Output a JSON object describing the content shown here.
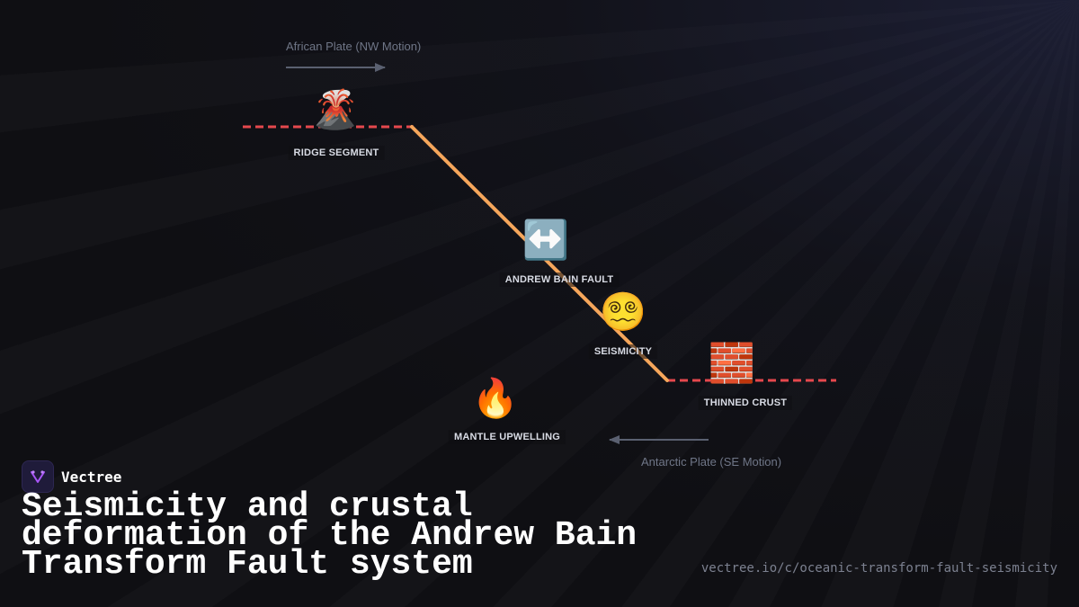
{
  "diagram": {
    "plates": {
      "african": "African Plate (NW Motion)",
      "antarctic": "Antarctic Plate (SE Motion)"
    },
    "nodes": {
      "ridge": {
        "label": "RIDGE SEGMENT",
        "icon": "🌋",
        "icon_name": "volcano-icon"
      },
      "fault": {
        "label": "ANDREW BAIN FAULT",
        "icon": "↔️",
        "icon_name": "left-right-arrow-icon"
      },
      "seismicity": {
        "label": "SEISMICITY",
        "icon": "😵‍💫",
        "icon_name": "dizzy-face-icon"
      },
      "crust": {
        "label": "THINNED CRUST",
        "icon": "🧱",
        "icon_name": "brick-wall-icon"
      },
      "mantle": {
        "label": "MANTLE UPWELLING",
        "icon": "🔥",
        "icon_name": "fire-icon"
      }
    },
    "colors": {
      "ridge_dashes": "#e5484d",
      "fault_line": "#f5a65b",
      "plate_arrow": "#5a6070"
    }
  },
  "brand": {
    "name": "Vectree",
    "logo_icon": "vectree-logo-icon"
  },
  "title": "Seismicity and crustal deformation of the Andrew Bain Transform Fault system",
  "url": "vectree.io/c/oceanic-transform-fault-seismicity"
}
